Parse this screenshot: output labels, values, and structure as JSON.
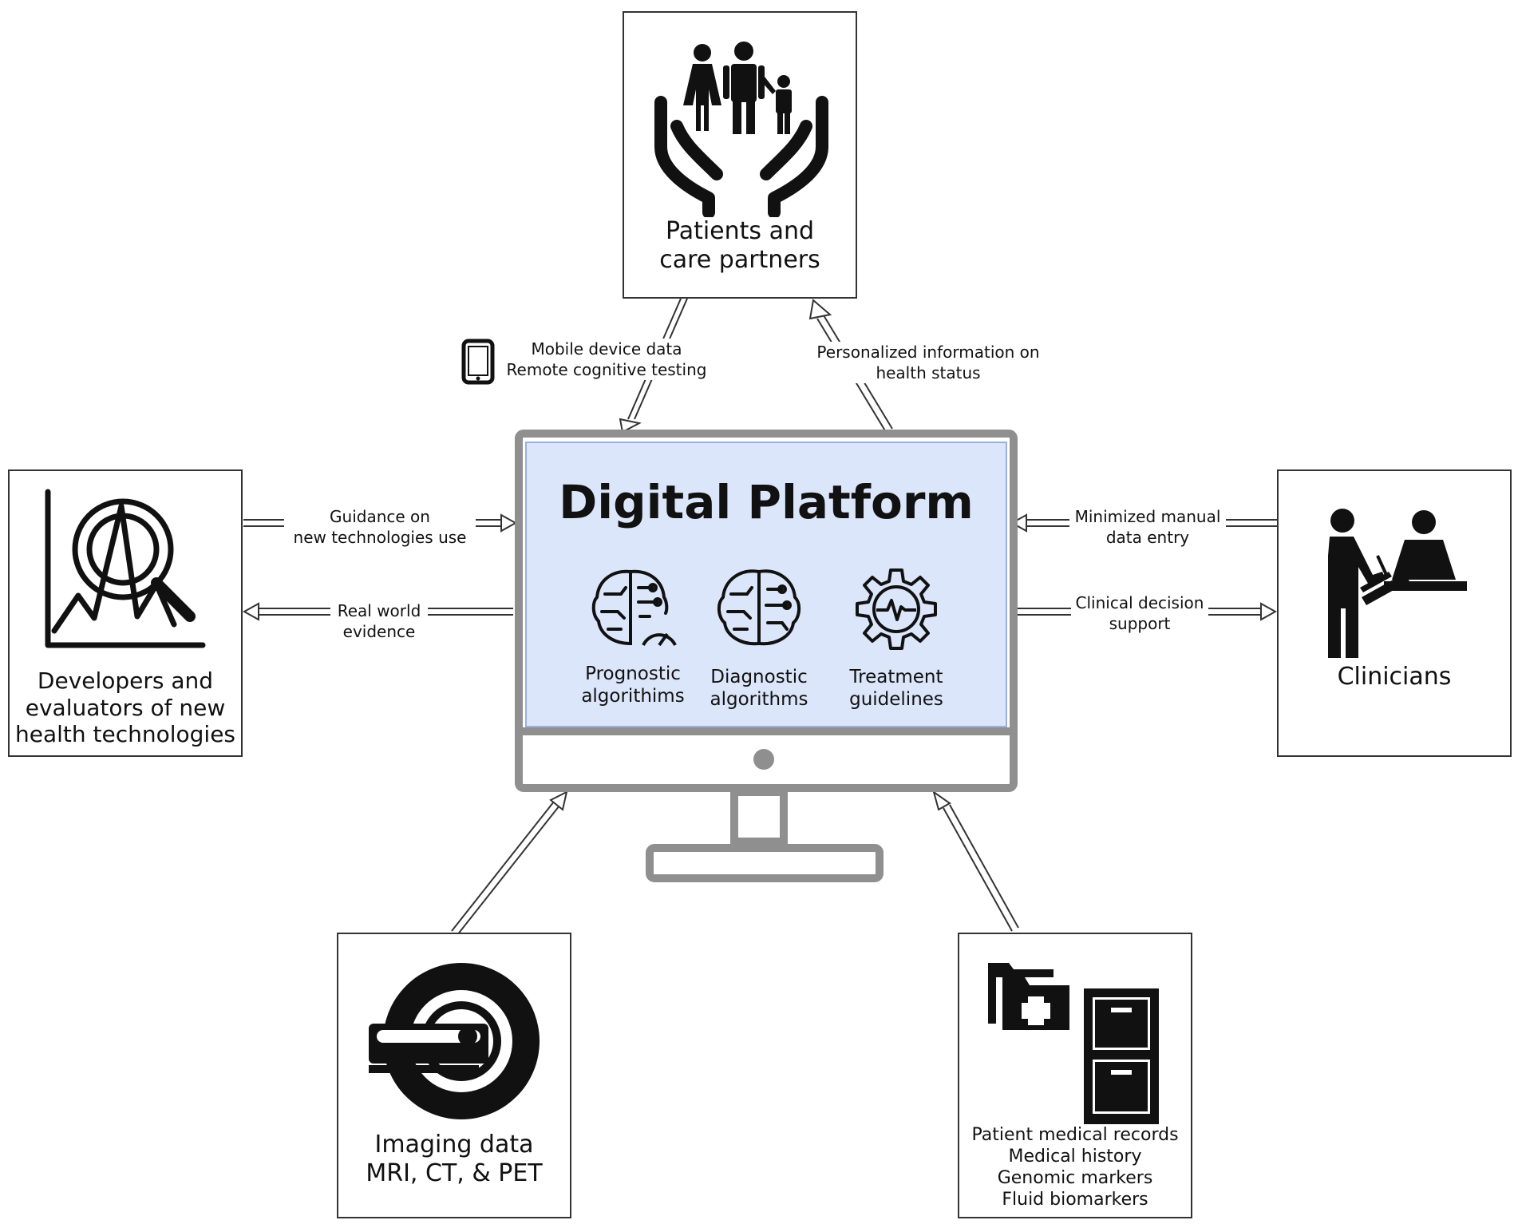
{
  "platform": {
    "title": "Digital Platform",
    "modules": [
      {
        "line1": "Prognostic",
        "line2": "algorithims",
        "icon": "brain-gauge-icon"
      },
      {
        "line1": "Diagnostic",
        "line2": "algorithms",
        "icon": "brain-circuit-icon"
      },
      {
        "line1": "Treatment",
        "line2": "guidelines",
        "icon": "gear-pulse-icon"
      }
    ]
  },
  "nodes": {
    "patients": {
      "line1": "Patients and",
      "line2": "care partners",
      "icon": "family-hands-icon"
    },
    "developers": {
      "line1": "Developers and",
      "line2": "evaluators of new",
      "line3": "health technologies",
      "icon": "analytics-magnifier-icon"
    },
    "clinicians": {
      "line1": "Clinicians",
      "icon": "doctor-patient-icon"
    },
    "imaging": {
      "line1": "Imaging data",
      "line2": "MRI, CT, & PET",
      "icon": "mri-scanner-icon"
    },
    "records": {
      "line1": "Patient medical records",
      "line2": "Medical history",
      "line3": "Genomic markers",
      "line4": "Fluid biomarkers",
      "icon": "folders-cabinet-icon"
    }
  },
  "flows": {
    "mobile": {
      "line1": "Mobile device data",
      "line2": "Remote cognitive testing",
      "icon": "smartphone-icon"
    },
    "personalized": {
      "line1": "Personalized information on",
      "line2": "health status"
    },
    "guidance": {
      "line1": "Guidance on",
      "line2": "new technologies use"
    },
    "realworld": {
      "line1": "Real world",
      "line2": "evidence"
    },
    "minimized": {
      "line1": "Minimized manual",
      "line2": "data entry"
    },
    "decision": {
      "line1": "Clinical decision",
      "line2": "support"
    }
  },
  "colors": {
    "screen": "#dce6fb",
    "monitor": "#8f8f8f",
    "ink": "#111111"
  }
}
